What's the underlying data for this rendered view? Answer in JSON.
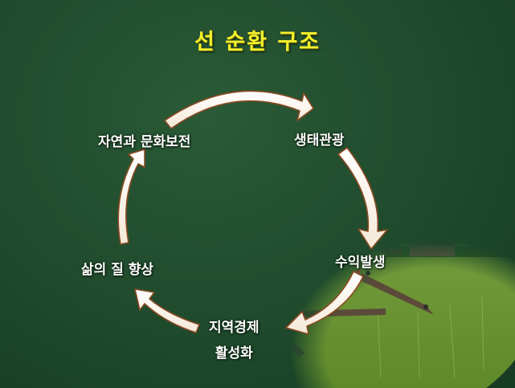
{
  "title": "선 순환 구조",
  "nodes": {
    "nature_culture": "자연과  문화보전",
    "eco_tourism": "생태관광",
    "revenue": "수익발생",
    "regional_economy_line1": "지역경제",
    "regional_economy_line2": "활성화",
    "quality_of_life": "삶의  질  향상"
  },
  "colors": {
    "background": "#1f4a2c",
    "title": "#f4f02a",
    "arrow_fill": "#fffaf0",
    "arrow_stroke": "#8b4a22",
    "label": "#ffffff"
  }
}
